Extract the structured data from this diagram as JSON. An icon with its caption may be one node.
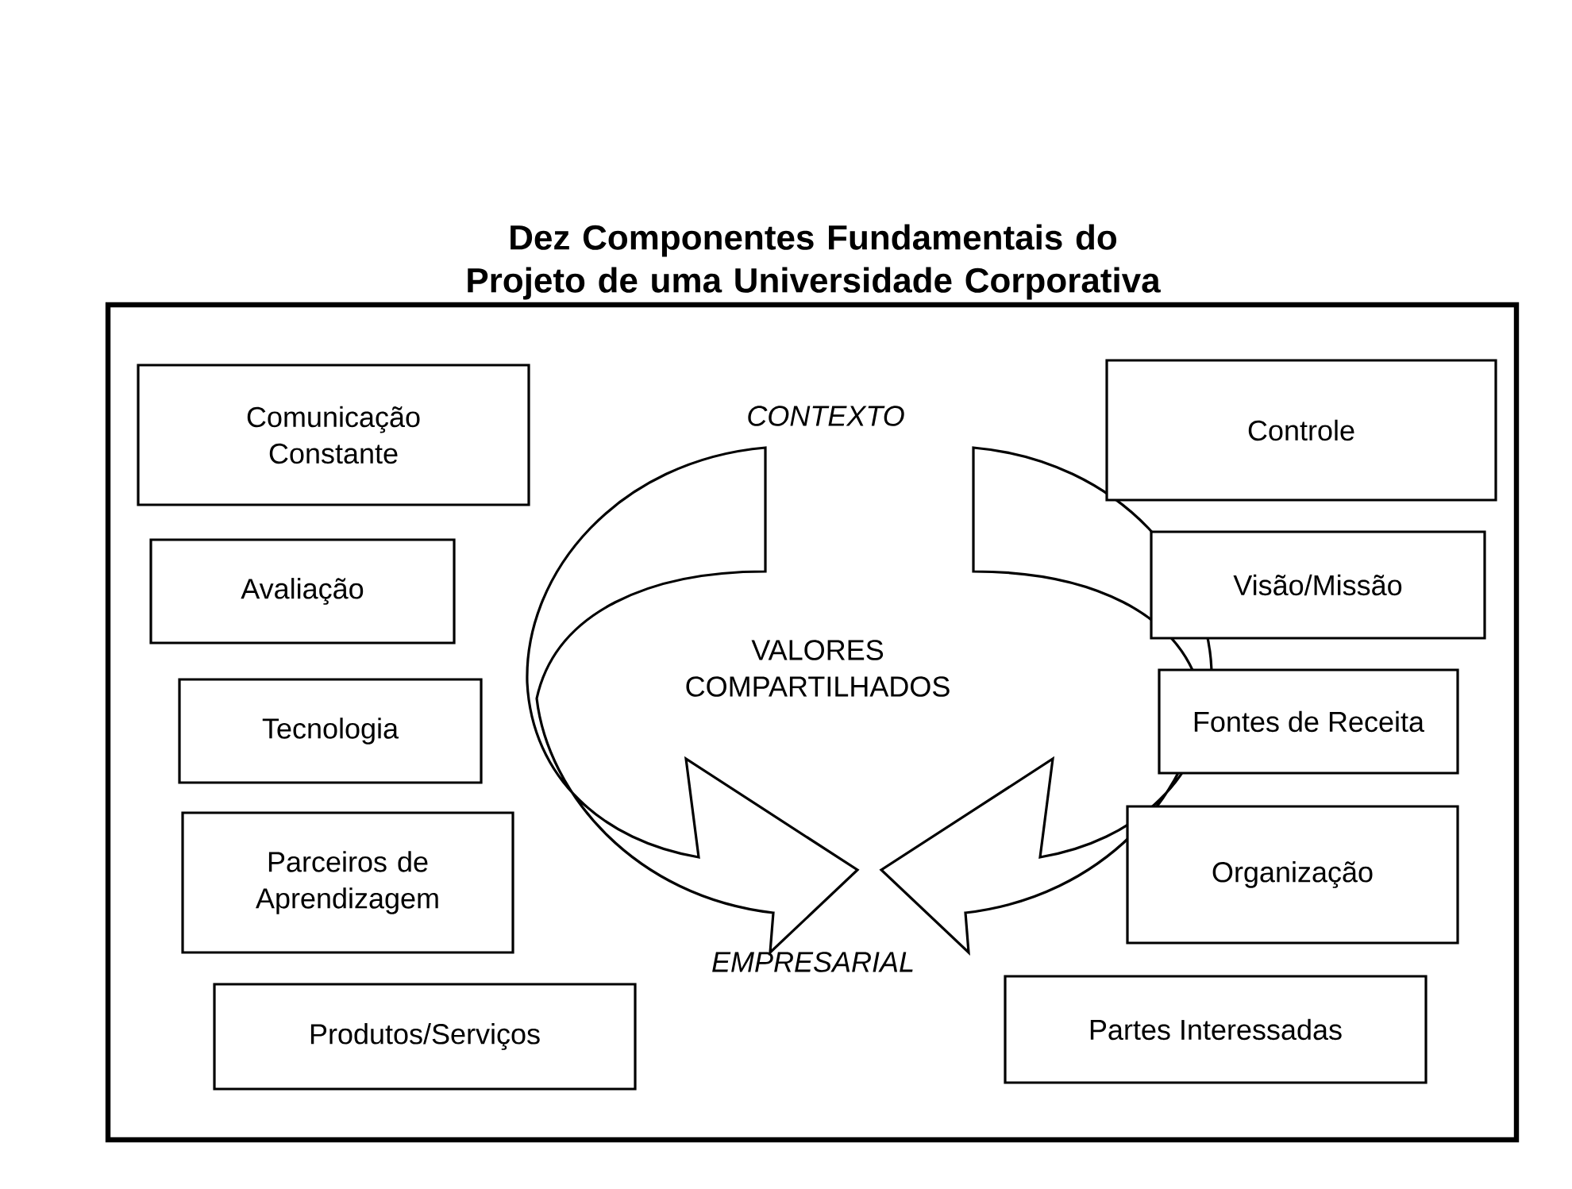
{
  "diagram": {
    "title": "Dez Componentes Fundamentais do Projeto de uma Universidade Corporativa",
    "nodes": [
      {
        "text": [
          "Comunicação Constante"
        ]
      },
      {
        "text": [
          "Avaliação"
        ]
      },
      {
        "text": [
          "Tecnologia"
        ]
      },
      {
        "text": [
          "Parceiros de Aprendizagem"
        ]
      },
      {
        "text": [
          "Produtos/Serviços"
        ]
      },
      {
        "text": [
          "Controle"
        ]
      },
      {
        "text": [
          "Visão/Missão"
        ]
      },
      {
        "text": [
          "Fontes de Receita"
        ]
      },
      {
        "text": [
          "Organização"
        ]
      },
      {
        "text": [
          "Partes Interessadas"
        ]
      }
    ],
    "labels": [
      "CONTEXTO",
      "VALORES COMPARTILHADOS",
      "EMPRESARIAL"
    ]
  }
}
